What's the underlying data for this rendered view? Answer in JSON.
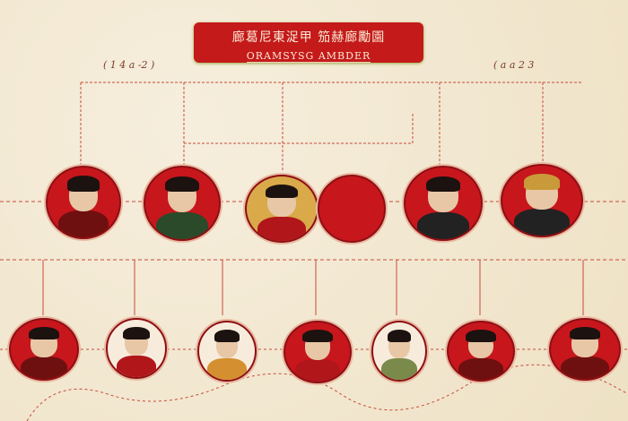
{
  "banner": {
    "title": "廊葛尼東浞甲 笳赫廊勵園",
    "subtitle": "ORAMSYSG AMBDER"
  },
  "corners": {
    "left": "( 1 4 a -2 )",
    "right": "( a a 2 3"
  },
  "colors": {
    "accent": "#c41a1a",
    "background": "#f3ead6"
  },
  "top_row": [
    {
      "portrait": "man-in-black-robe"
    },
    {
      "portrait": "warrior-with-hat"
    },
    {
      "portrait": "man-gold-frame"
    },
    {
      "portrait": "empty-seal"
    },
    {
      "portrait": "man-in-black"
    },
    {
      "portrait": "elder-with-headdress"
    }
  ],
  "bottom_row": [
    {
      "portrait": "man-red-robe"
    },
    {
      "portrait": "long-hair-woman"
    },
    {
      "portrait": "man-gold-robe"
    },
    {
      "portrait": "long-hair-man"
    },
    {
      "portrait": "man-green-robe"
    },
    {
      "portrait": "man-red-robe-2"
    },
    {
      "portrait": "woman-red-robe"
    }
  ]
}
